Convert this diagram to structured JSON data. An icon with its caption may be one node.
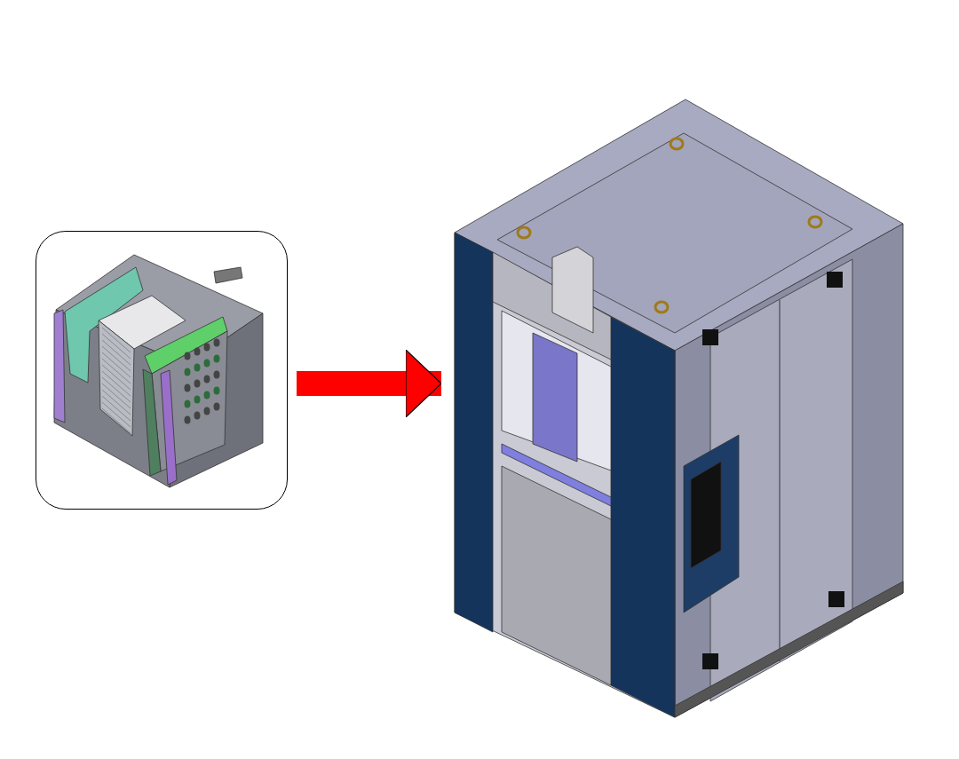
{
  "diagram": {
    "nodes": [
      {
        "text": [],
        "shape": "picture"
      },
      {
        "text": [],
        "shape": "picture"
      }
    ],
    "edges": [
      {
        "from": 0,
        "to": 1,
        "arrow": "to",
        "color": "#ff0000"
      }
    ]
  }
}
